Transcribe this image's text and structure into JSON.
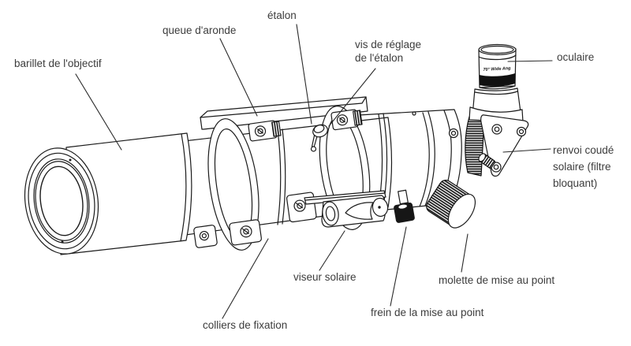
{
  "figure": {
    "subject": "Schéma légendé d'une lunette solaire",
    "background": "#ffffff",
    "line_color": "#1b1b1b",
    "text_color": "#3c3c3c"
  },
  "labels": {
    "objective_cell": "barillet de l'objectif",
    "dovetail": "queue d'aronde",
    "etalon": "étalon",
    "etalon_adjust": "vis de réglage de l'étalon",
    "eyepiece": "oculaire",
    "diagonal": "renvoi coudé solaire (filtre bloquant)",
    "sun_finder": "viseur solaire",
    "focus_knob": "molette de mise au point",
    "focus_lock": "frein de la mise au point",
    "tube_rings": "colliers de fixation"
  },
  "eyepiece_marking": "70° Wide Ang"
}
